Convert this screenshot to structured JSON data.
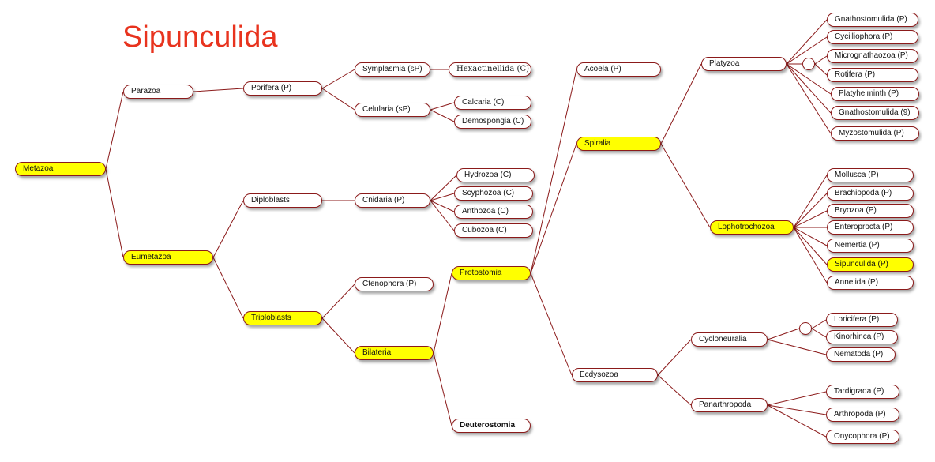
{
  "title": "Sipunculida",
  "colors": {
    "line": "#8b1a1a",
    "highlight": "#ffff00",
    "title": "#e8331e"
  },
  "nodes": {
    "metazoa": "Metazoa",
    "parazoa": "Parazoa",
    "eumetazoa": "Eumetazoa",
    "porifera": "Porifera (P)",
    "symplasmia": "Symplasmia (sP)",
    "celularia": "Celularia (sP)",
    "hexactinellida": "Hexactinellida (C)",
    "calcaria": "Calcaria (C)",
    "demospongia": "Demospongia (C)",
    "diploblasts": "Diploblasts",
    "cnidaria": "Cnidaria (P)",
    "hydrozoa": "Hydrozoa (C)",
    "scyphozoa": "Scyphozoa (C)",
    "anthozoa": "Anthozoa (C)",
    "cubozoa": "Cubozoa (C)",
    "triploblasts": "Triploblasts",
    "ctenophora": "Ctenophora (P)",
    "bilateria": "Bilateria",
    "protostomia": "Protostomia",
    "deuterostomia": "Deuterostomia",
    "acoela": "Acoela (P)",
    "spiralia": "Spiralia",
    "ecdysozoa": "Ecdysozoa",
    "platyzoa": "Platyzoa",
    "lophotrochozoa": "Lophotrochozoa",
    "gnathostomulida_p": "Gnathostomulida (P)",
    "cycliophora": "Cycilliophora (P)",
    "micrognathozoa": "Micrognathaozoa (P)",
    "rotifera": "Rotifera (P)",
    "platyhelminth": "Platyhelminth (P)",
    "gnathostomulida_9": "Gnathostomulida (9)",
    "myzostomulida": "Myzostomulida (P)",
    "mollusca": "Mollusca (P)",
    "brachiopoda": "Brachiopoda (P)",
    "bryozoa": "Bryozoa (P)",
    "enteroprocta": "Enteroprocta (P)",
    "nemertia": "Nemertia (P)",
    "sipunculida": "Sipunculida (P)",
    "annelida": "Annelida (P)",
    "cycloneuralia": "Cycloneuralia",
    "panarthropoda": "Panarthropoda",
    "loricifera": "Loricifera (P)",
    "kinorhinca": "Kinorhinca (P)",
    "nematoda": "Nematoda (P)",
    "tardigrada": "Tardigrada (P)",
    "arthropoda": "Arthropoda (P)",
    "onycophora": "Onycophora (P)"
  },
  "edges": [
    [
      "metazoa",
      "parazoa"
    ],
    [
      "metazoa",
      "eumetazoa"
    ],
    [
      "parazoa",
      "porifera"
    ],
    [
      "porifera",
      "symplasmia"
    ],
    [
      "porifera",
      "celularia"
    ],
    [
      "symplasmia",
      "hexactinellida"
    ],
    [
      "celularia",
      "calcaria"
    ],
    [
      "celularia",
      "demospongia"
    ],
    [
      "eumetazoa",
      "diploblasts"
    ],
    [
      "eumetazoa",
      "triploblasts"
    ],
    [
      "diploblasts",
      "cnidaria"
    ],
    [
      "cnidaria",
      "hydrozoa"
    ],
    [
      "cnidaria",
      "scyphozoa"
    ],
    [
      "cnidaria",
      "anthozoa"
    ],
    [
      "cnidaria",
      "cubozoa"
    ],
    [
      "triploblasts",
      "ctenophora"
    ],
    [
      "triploblasts",
      "bilateria"
    ],
    [
      "bilateria",
      "protostomia"
    ],
    [
      "bilateria",
      "deuterostomia"
    ],
    [
      "protostomia",
      "acoela"
    ],
    [
      "protostomia",
      "spiralia"
    ],
    [
      "protostomia",
      "ecdysozoa"
    ],
    [
      "spiralia",
      "platyzoa"
    ],
    [
      "spiralia",
      "lophotrochozoa"
    ],
    [
      "platyzoa",
      "gnathostomulida_p"
    ],
    [
      "platyzoa",
      "cycliophora"
    ],
    [
      "platyzoa",
      "circle1"
    ],
    [
      "circle1",
      "micrognathozoa"
    ],
    [
      "circle1",
      "rotifera"
    ],
    [
      "platyzoa",
      "platyhelminth"
    ],
    [
      "platyzoa",
      "gnathostomulida_9"
    ],
    [
      "platyzoa",
      "myzostomulida"
    ],
    [
      "lophotrochozoa",
      "mollusca"
    ],
    [
      "lophotrochozoa",
      "brachiopoda"
    ],
    [
      "lophotrochozoa",
      "bryozoa"
    ],
    [
      "lophotrochozoa",
      "enteroprocta"
    ],
    [
      "lophotrochozoa",
      "nemertia"
    ],
    [
      "lophotrochozoa",
      "sipunculida"
    ],
    [
      "lophotrochozoa",
      "annelida"
    ],
    [
      "ecdysozoa",
      "cycloneuralia"
    ],
    [
      "ecdysozoa",
      "panarthropoda"
    ],
    [
      "cycloneuralia",
      "circle2"
    ],
    [
      "circle2",
      "loricifera"
    ],
    [
      "circle2",
      "kinorhinca"
    ],
    [
      "cycloneuralia",
      "nematoda"
    ],
    [
      "panarthropoda",
      "tardigrada"
    ],
    [
      "panarthropoda",
      "arthropoda"
    ],
    [
      "panarthropoda",
      "onycophora"
    ]
  ]
}
